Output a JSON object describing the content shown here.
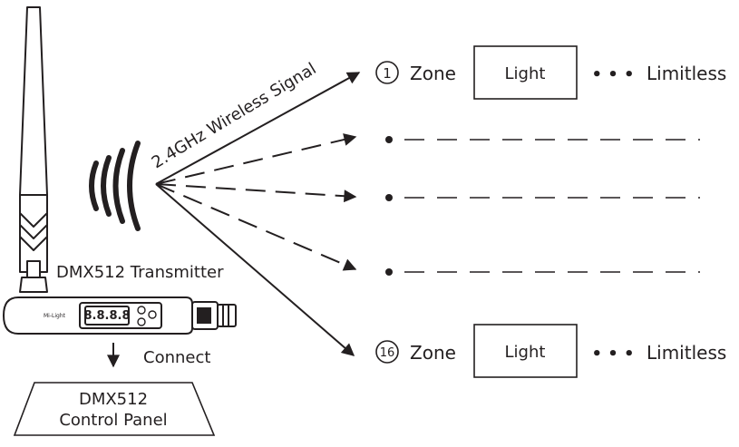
{
  "signal_label": "2.4GHz Wireless Signal",
  "transmitter": {
    "label": "DMX512 Transmitter",
    "display_digits": "8.8.8.8",
    "brand_text": "Mi-Light"
  },
  "connect_label": "Connect",
  "control_panel": {
    "line1": "DMX512",
    "line2": "Control Panel"
  },
  "zones": [
    {
      "number": "1",
      "zone_label": "Zone",
      "light_label": "Light",
      "more": "• • •",
      "limit_label": "Limitless"
    },
    {
      "number": "16",
      "zone_label": "Zone",
      "light_label": "Light",
      "more": "• • •",
      "limit_label": "Limitless"
    }
  ],
  "colors": {
    "ink": "#231f20"
  }
}
